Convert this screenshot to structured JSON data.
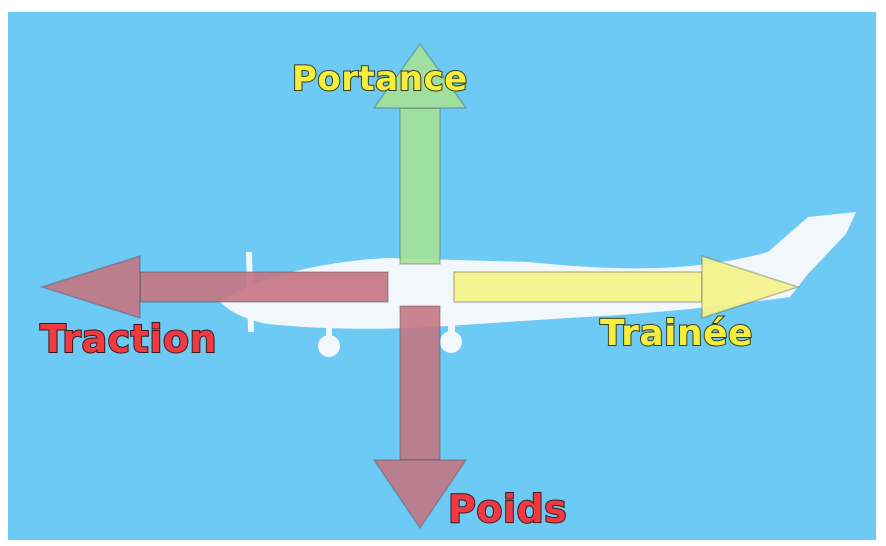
{
  "colors": {
    "sky": "#6ccaf5",
    "airplane": "#f2f7fb",
    "lift": "#a7e394",
    "weight": "#c57582",
    "thrust": "#c57582",
    "drag": "#f6f48a",
    "lift_label": "#f5ee3c",
    "drag_label": "#f5ee3c",
    "thrust_label": "#ef3a42",
    "weight_label": "#ef3a42"
  },
  "forces": {
    "lift": {
      "label": "Portance",
      "direction": "up"
    },
    "thrust": {
      "label": "Traction",
      "direction": "left"
    },
    "drag": {
      "label": "Trainée",
      "direction": "right"
    },
    "weight": {
      "label": "Poids",
      "direction": "down"
    }
  }
}
